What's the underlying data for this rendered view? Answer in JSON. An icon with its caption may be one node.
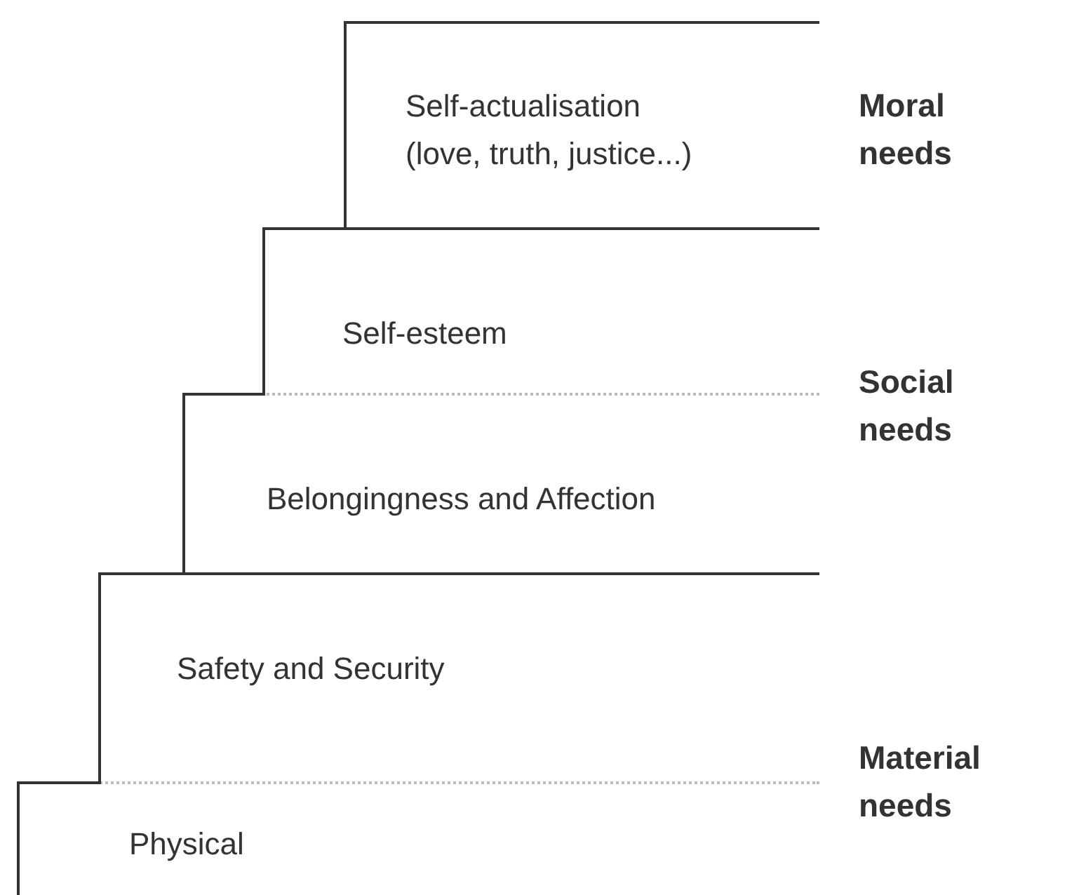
{
  "diagram": {
    "nodes": [
      {
        "text": [
          "Self-actualisation (love, truth, justice...)"
        ]
      },
      {
        "text": [
          "Self-esteem"
        ]
      },
      {
        "text": [
          "Belongingness and Affection"
        ]
      },
      {
        "text": [
          "Safety and Security"
        ]
      },
      {
        "text": [
          "Physical"
        ]
      }
    ],
    "labels": [
      "Moral needs",
      "Social needs",
      "Material needs"
    ]
  }
}
